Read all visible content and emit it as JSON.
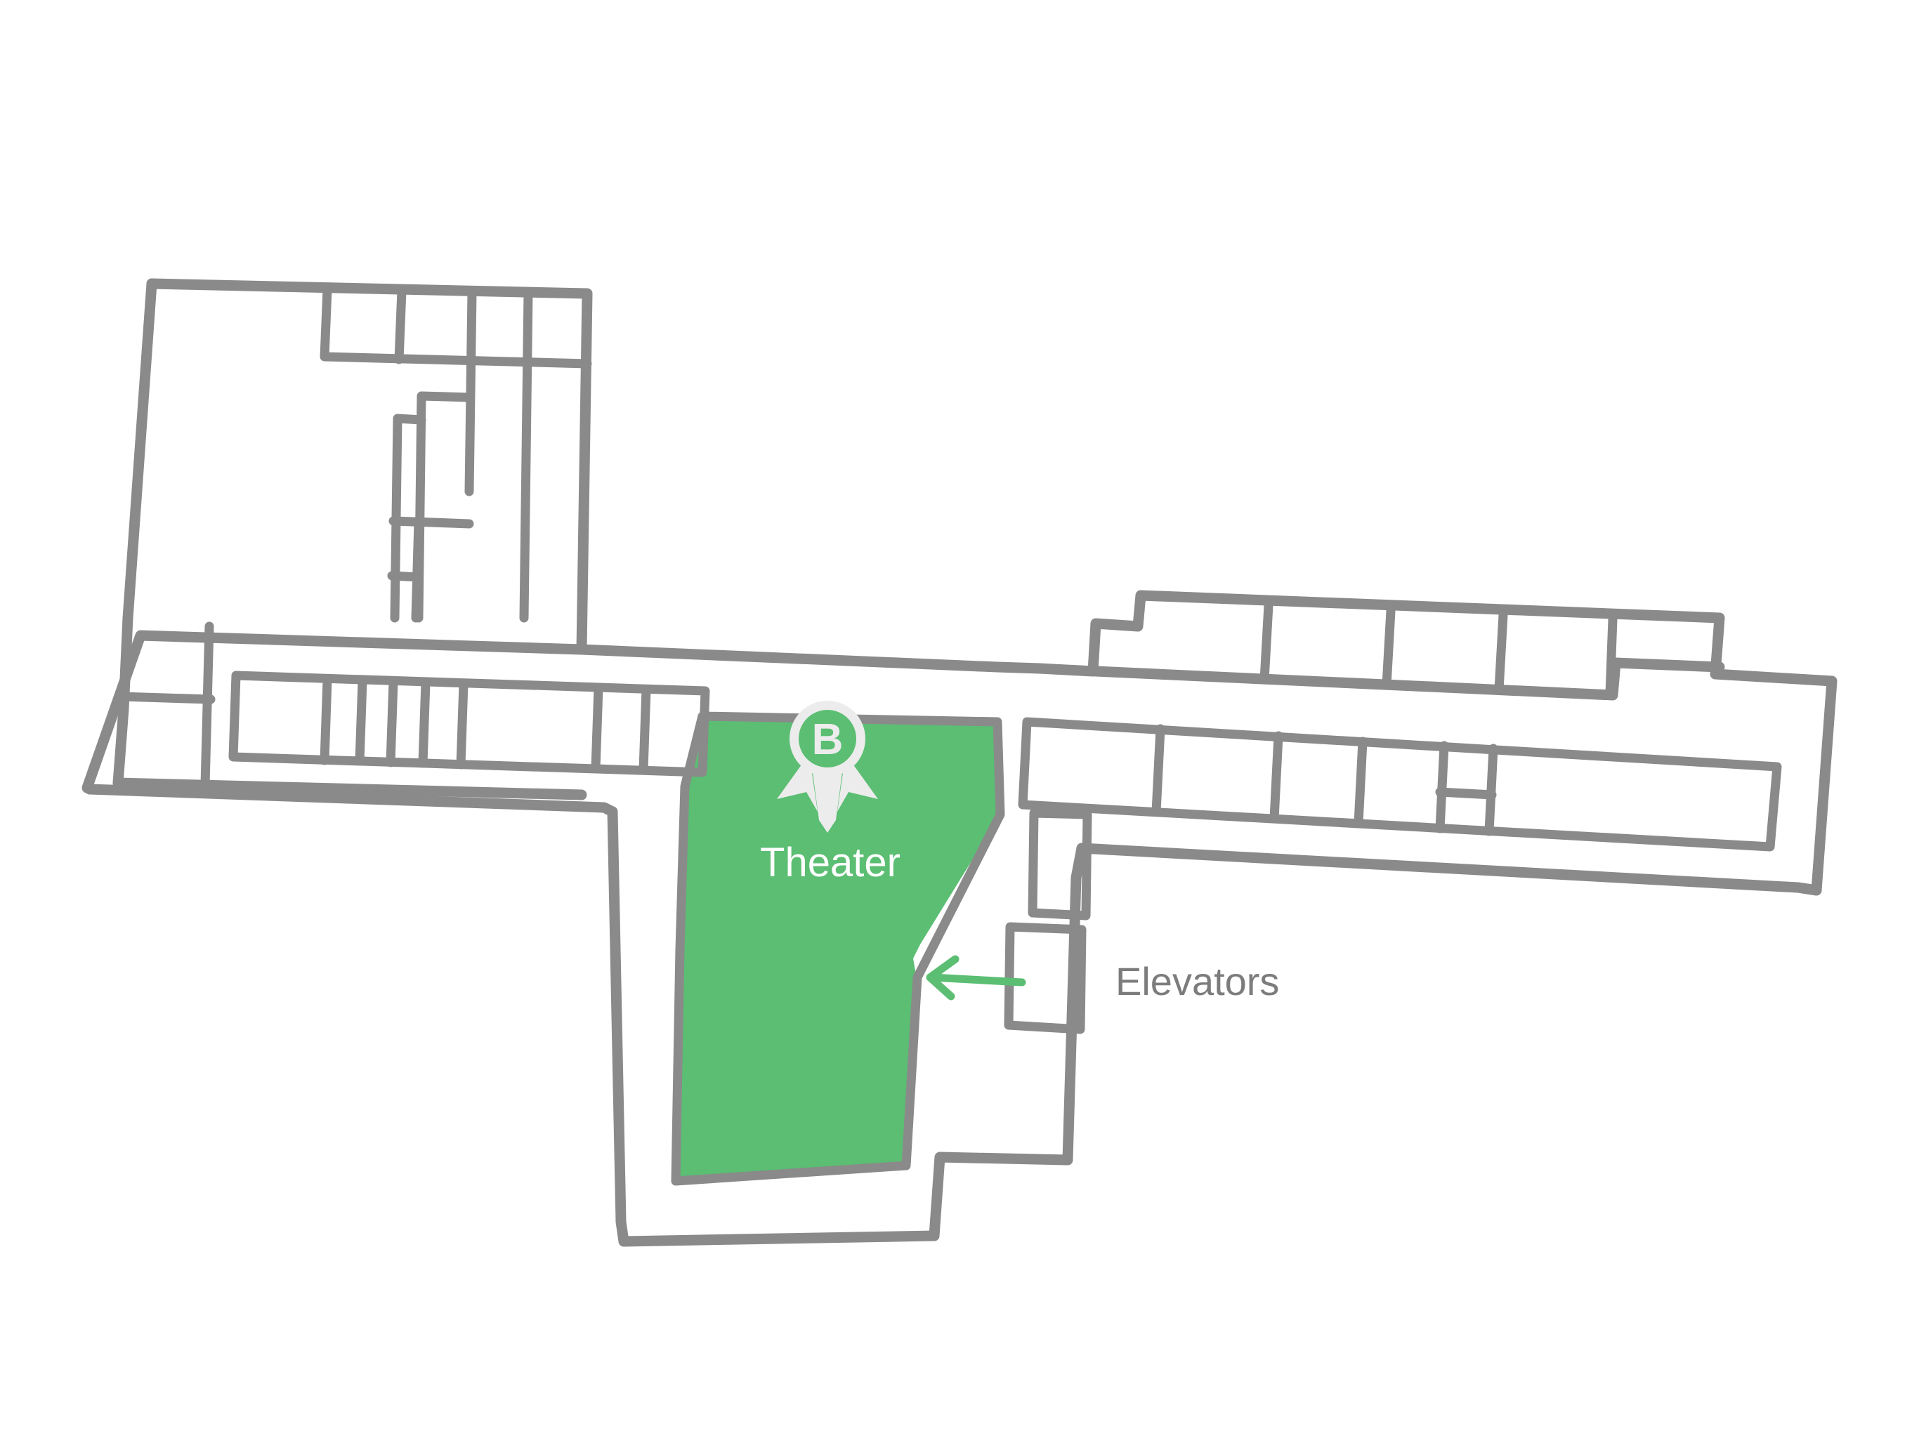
{
  "map": {
    "type": "indoor-floor-plan",
    "background_color": "#ffffff",
    "wall_color": "#8a8a8a",
    "highlight_color": "#5bbe73",
    "arrow_color": "#5bbe73",
    "label_color": "#7c7c7c",
    "highlight_label_color": "#ffffff",
    "pin_color": "#ececec"
  },
  "highlighted_space": {
    "name": "Theater",
    "marker_letter": "B",
    "marker_icon": "map-pin-badge-icon",
    "fill_color": "#5bbe73"
  },
  "annotations": [
    {
      "label": "Elevators",
      "icon": "arrow-left-icon",
      "color": "#5bbe73",
      "text_color": "#7c7c7c"
    }
  ],
  "legend": {
    "theater_label": "Theater",
    "elevators_label": "Elevators",
    "badge_letter": "B"
  }
}
